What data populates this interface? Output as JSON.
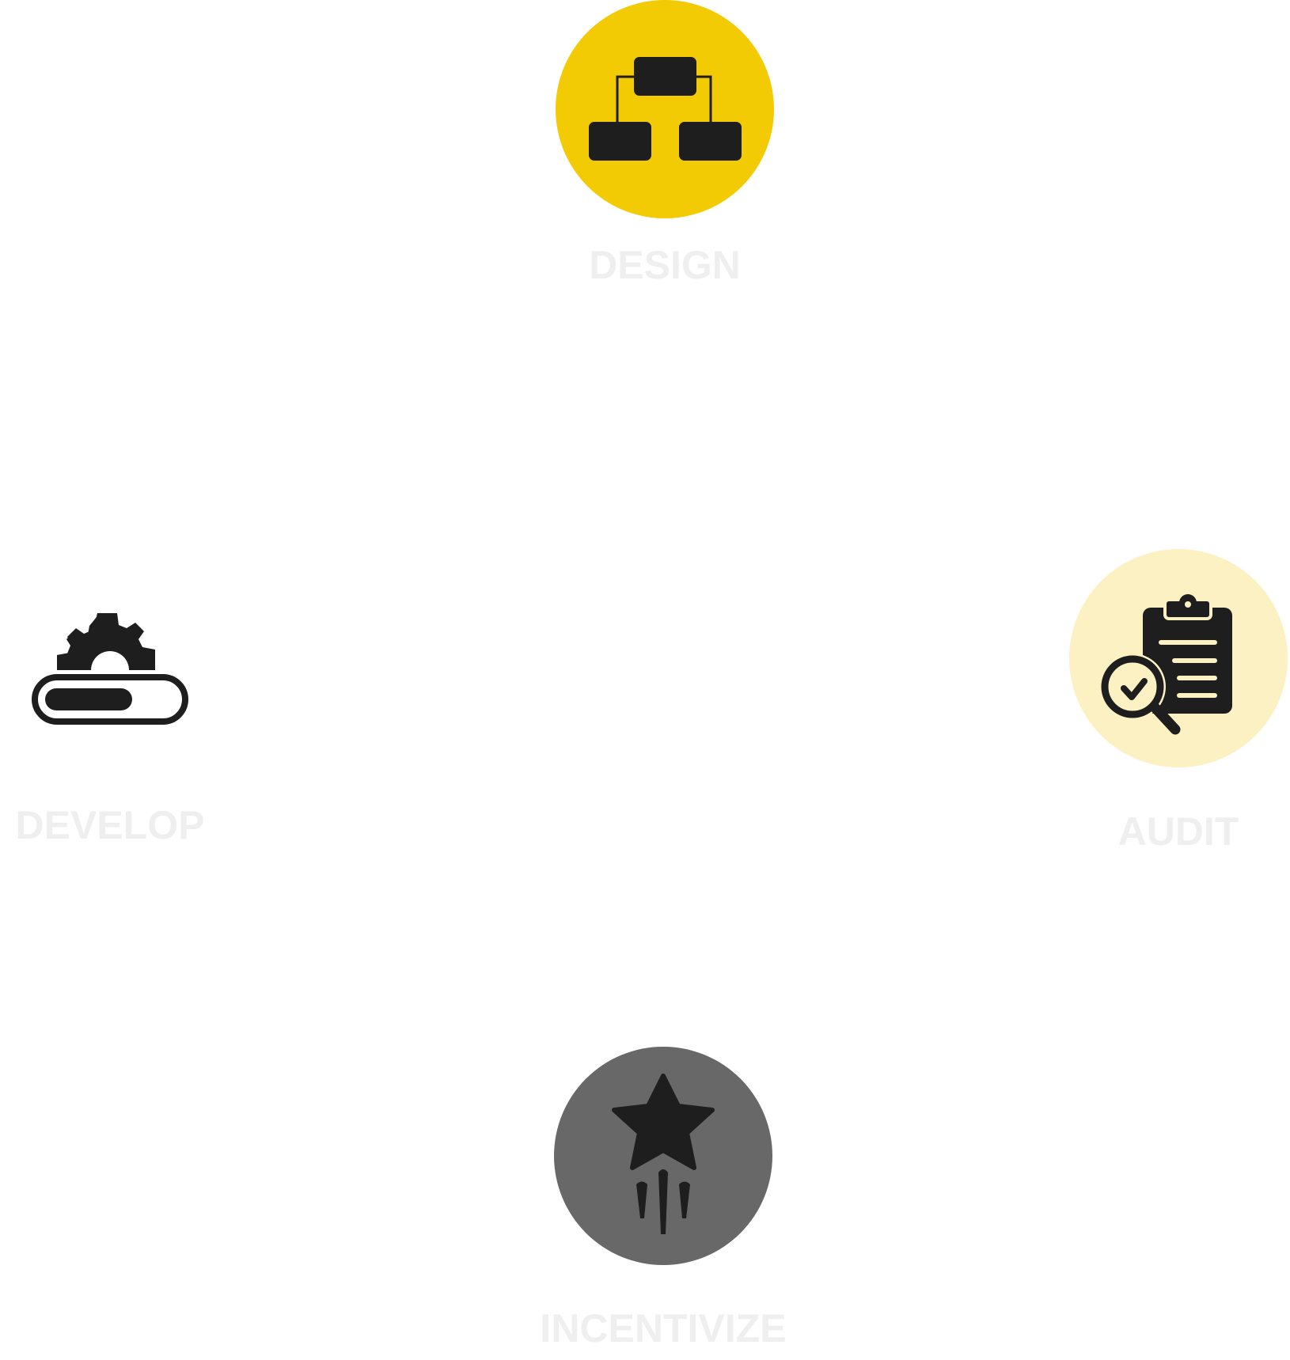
{
  "steps": [
    {
      "label": "DESIGN",
      "icon": "org-chart-icon",
      "circle_color": "#f2cb05"
    },
    {
      "label": "AUDIT",
      "icon": "clipboard-audit-icon",
      "circle_color": "#fbf1c3"
    },
    {
      "label": "INCENTIVIZE",
      "icon": "rocket-star-icon",
      "circle_color": "#686868"
    },
    {
      "label": "DEVELOP",
      "icon": "gear-progress-icon",
      "circle_color": "#ffffff"
    }
  ],
  "colors": {
    "icon": "#1e1e1e",
    "label": "#efefef"
  }
}
